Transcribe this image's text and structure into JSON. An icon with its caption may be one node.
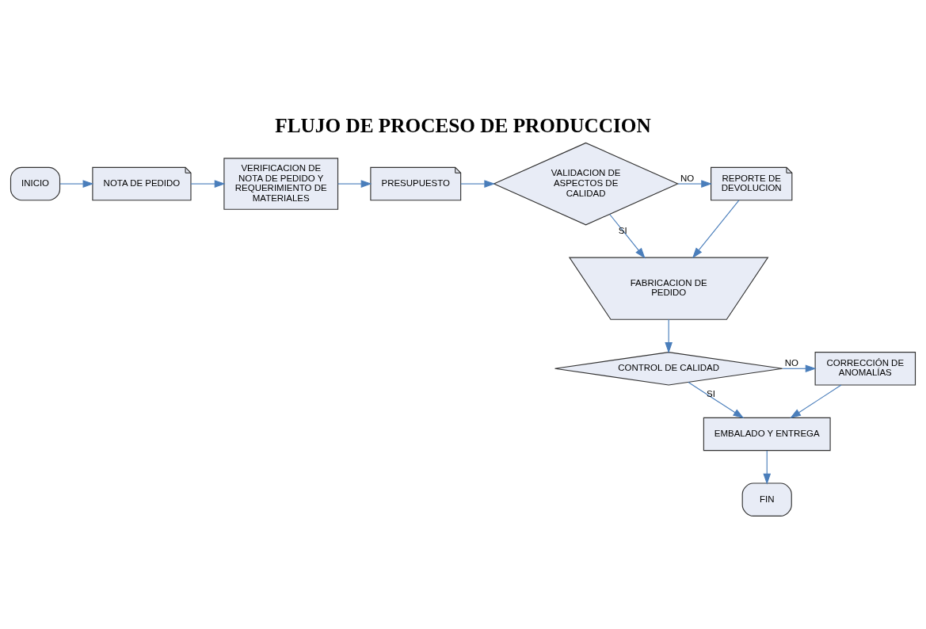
{
  "diagram": {
    "title": "FLUJO DE PROCESO DE PRODUCCION",
    "nodes": [
      {
        "text": [
          "INICIO"
        ]
      },
      {
        "text": [
          "NOTA DE PEDIDO"
        ]
      },
      {
        "text": [
          "VERIFICACION DE NOTA DE PEDIDO Y REQUERIMIENTO DE MATERIALES"
        ]
      },
      {
        "text": [
          "PRESUPUESTO"
        ]
      },
      {
        "text": [
          "VALIDACION DE ASPECTOS DE CALIDAD"
        ]
      },
      {
        "text": [
          "REPORTE DE DEVOLUCION"
        ]
      },
      {
        "text": [
          "FABRICACION DE PEDIDO"
        ]
      },
      {
        "text": [
          "CONTROL DE CALIDAD"
        ]
      },
      {
        "text": [
          "CORRECCIÓN DE ANOMALÍAS"
        ]
      },
      {
        "text": [
          "EMBALADO Y ENTREGA"
        ]
      },
      {
        "text": [
          "FIN"
        ]
      }
    ],
    "edges": [
      {
        "from": 0,
        "to": 1,
        "arrow": "to"
      },
      {
        "from": 1,
        "to": 2,
        "arrow": "to"
      },
      {
        "from": 2,
        "to": 3,
        "arrow": "to"
      },
      {
        "from": 3,
        "to": 4,
        "arrow": "to"
      },
      {
        "from": 4,
        "to": 5,
        "arrow": "to",
        "label": "NO"
      },
      {
        "from": 4,
        "to": 6,
        "arrow": "to",
        "label": "SI"
      },
      {
        "from": 5,
        "to": 6,
        "arrow": "to"
      },
      {
        "from": 6,
        "to": 7,
        "arrow": "to"
      },
      {
        "from": 7,
        "to": 8,
        "arrow": "to",
        "label": "NO"
      },
      {
        "from": 7,
        "to": 9,
        "arrow": "to",
        "label": "SI"
      },
      {
        "from": 8,
        "to": 9,
        "arrow": "to"
      },
      {
        "from": 9,
        "to": 10,
        "arrow": "to"
      }
    ]
  }
}
